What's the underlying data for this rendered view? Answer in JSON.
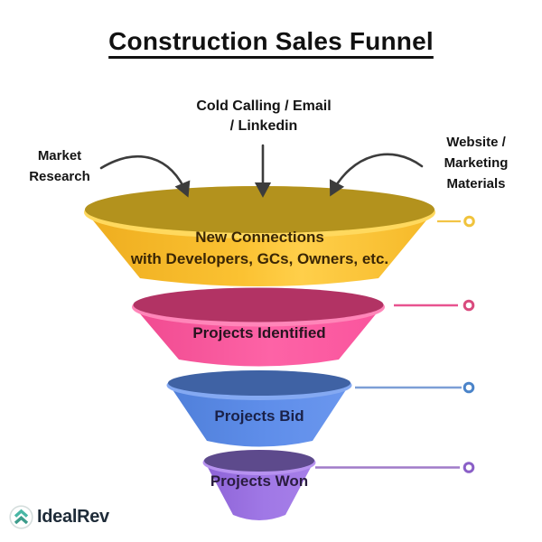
{
  "title": "Construction Sales Funnel",
  "sources": {
    "market": {
      "lines": [
        "Market",
        "Research"
      ]
    },
    "outreach": {
      "lines": [
        "Cold Calling  / Email",
        "/ Linkedin"
      ]
    },
    "website": {
      "lines": [
        "Website /",
        "Marketing",
        "Materials"
      ]
    }
  },
  "funnel": {
    "stages": [
      {
        "name": "new-connections",
        "lines": [
          "New Connections",
          "with Developers, GCs, Owners, etc."
        ],
        "body_color": "#fac232",
        "top_color": "#b3921d",
        "rim_color": "#ffd95e"
      },
      {
        "name": "projects-identified",
        "lines": [
          "Projects Identified"
        ],
        "body_color": "#fc5a9f",
        "top_color": "#b23364",
        "rim_color": "#ff86b9"
      },
      {
        "name": "projects-bid",
        "lines": [
          "Projects Bid"
        ],
        "body_color": "#5b8be9",
        "top_color": "#3f62a4",
        "rim_color": "#84a9f2"
      },
      {
        "name": "projects-won",
        "lines": [
          "Projects Won"
        ],
        "body_color": "#9c73e2",
        "top_color": "#5d4a8c",
        "rim_color": "#b792f0"
      }
    ]
  },
  "connectors": [
    {
      "line_color": "#f2c445",
      "ring_color": "#f0c33c"
    },
    {
      "line_color": "#e8538f",
      "ring_color": "#d94b7e"
    },
    {
      "line_color": "#7c9fd6",
      "ring_color": "#4b84c9"
    },
    {
      "line_color": "#a07cc9",
      "ring_color": "#8a5fc7"
    }
  ],
  "arrow_color": "#3c3c3c",
  "logo": {
    "text": "IdealRev",
    "icon": "double-chevron-up-icon",
    "icon_color_top": "#49b7a5",
    "icon_color_bottom": "#3c9c8b"
  }
}
